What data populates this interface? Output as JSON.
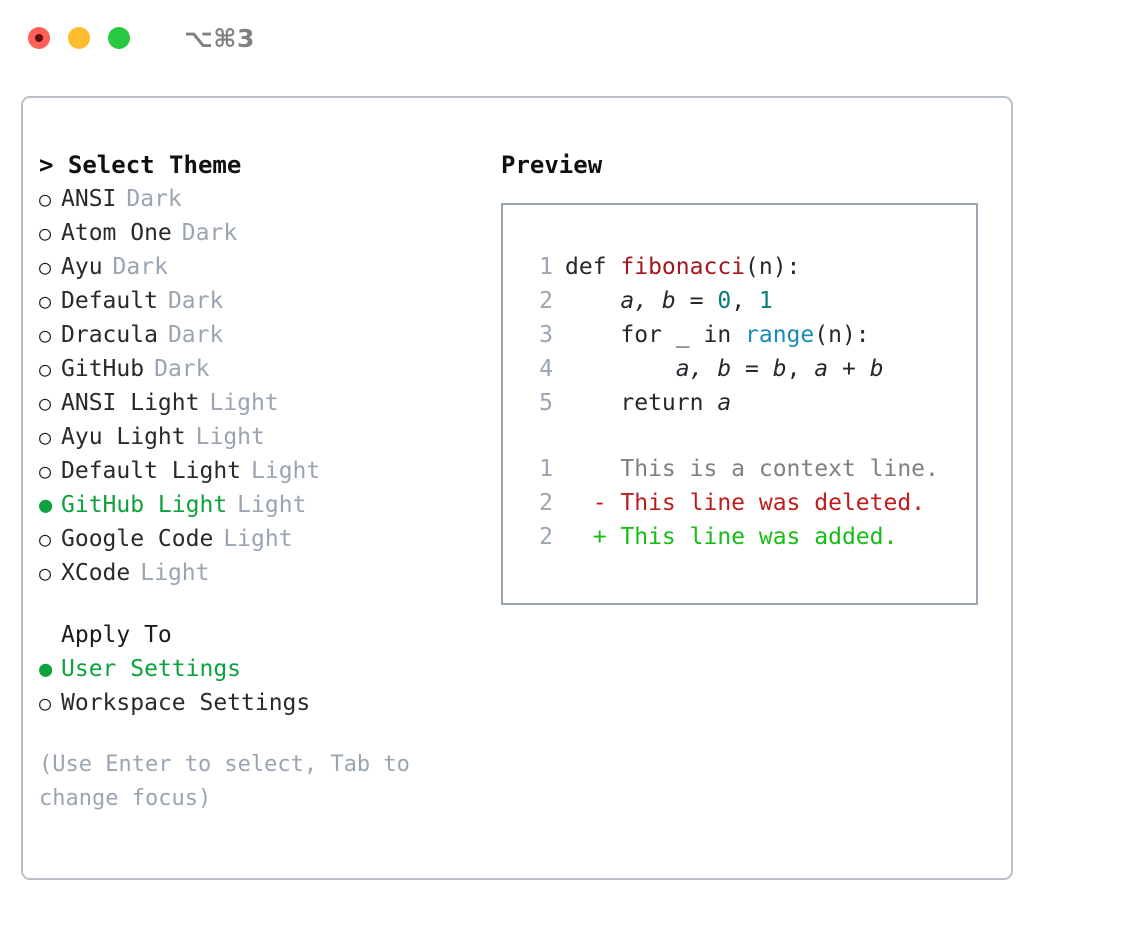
{
  "window": {
    "shortcut": "⌥⌘3",
    "traffic_lights": [
      {
        "name": "close",
        "color": "#ff5f57"
      },
      {
        "name": "minimize",
        "color": "#febc2e"
      },
      {
        "name": "zoom",
        "color": "#28c840"
      }
    ]
  },
  "theme_picker": {
    "header": "> Select Theme",
    "bullet_unselected": "○",
    "bullet_selected": "●",
    "items": [
      {
        "bullet": "○",
        "label": "ANSI",
        "suffix": "Dark",
        "selected": false
      },
      {
        "bullet": "○",
        "label": "Atom One",
        "suffix": "Dark",
        "selected": false
      },
      {
        "bullet": "○",
        "label": "Ayu",
        "suffix": "Dark",
        "selected": false
      },
      {
        "bullet": "○",
        "label": "Default",
        "suffix": "Dark",
        "selected": false
      },
      {
        "bullet": "○",
        "label": "Dracula",
        "suffix": "Dark",
        "selected": false
      },
      {
        "bullet": "○",
        "label": "GitHub",
        "suffix": "Dark",
        "selected": false
      },
      {
        "bullet": "○",
        "label": "ANSI Light",
        "suffix": "Light",
        "selected": false
      },
      {
        "bullet": "○",
        "label": "Ayu Light",
        "suffix": "Light",
        "selected": false
      },
      {
        "bullet": "○",
        "label": "Default Light",
        "suffix": "Light",
        "selected": false
      },
      {
        "bullet": "●",
        "label": "GitHub Light",
        "suffix": "Light",
        "selected": true
      },
      {
        "bullet": "○",
        "label": "Google Code",
        "suffix": "Light",
        "selected": false
      },
      {
        "bullet": "○",
        "label": "XCode",
        "suffix": "Light",
        "selected": false
      }
    ]
  },
  "apply_to": {
    "title": "Apply To",
    "items": [
      {
        "bullet": "●",
        "label": "User Settings",
        "selected": true
      },
      {
        "bullet": "○",
        "label": "Workspace Settings",
        "selected": false
      }
    ]
  },
  "hint": "(Use Enter to select, Tab to change focus)",
  "preview": {
    "title": "Preview",
    "code": [
      {
        "line_no": "1",
        "parts": [
          {
            "text": "def ",
            "kind": "kw"
          },
          {
            "text": "fibonacci",
            "kind": "fn"
          },
          {
            "text": "(n):",
            "kind": "plain"
          }
        ]
      },
      {
        "line_no": "2",
        "parts": [
          {
            "text": "    ",
            "kind": "plain"
          },
          {
            "text": "a, b",
            "kind": "var"
          },
          {
            "text": " = ",
            "kind": "plain"
          },
          {
            "text": "0",
            "kind": "num"
          },
          {
            "text": ", ",
            "kind": "plain"
          },
          {
            "text": "1",
            "kind": "num"
          }
        ]
      },
      {
        "line_no": "3",
        "parts": [
          {
            "text": "    for _ in ",
            "kind": "kw"
          },
          {
            "text": "range",
            "kind": "call"
          },
          {
            "text": "(n):",
            "kind": "plain"
          }
        ]
      },
      {
        "line_no": "4",
        "parts": [
          {
            "text": "        ",
            "kind": "plain"
          },
          {
            "text": "a, b",
            "kind": "var"
          },
          {
            "text": " = ",
            "kind": "plain"
          },
          {
            "text": "b",
            "kind": "var"
          },
          {
            "text": ", ",
            "kind": "plain"
          },
          {
            "text": "a",
            "kind": "var"
          },
          {
            "text": " + ",
            "kind": "plain"
          },
          {
            "text": "b",
            "kind": "var"
          }
        ]
      },
      {
        "line_no": "5",
        "parts": [
          {
            "text": "    return ",
            "kind": "kw"
          },
          {
            "text": "a",
            "kind": "var"
          }
        ]
      }
    ],
    "diff": [
      {
        "line_no": "1",
        "marker": " ",
        "text": " This is a context line.",
        "kind": "context"
      },
      {
        "line_no": "2",
        "marker": "-",
        "text": " This line was deleted.",
        "kind": "deleted"
      },
      {
        "line_no": "2",
        "marker": "+",
        "text": " This line was added.",
        "kind": "added"
      }
    ]
  },
  "colors": {
    "accent_green": "#0da23c",
    "muted": "#9aa5b1",
    "diff_added": "#16bd16",
    "diff_deleted": "#c01c1c",
    "keyword": "#24292e",
    "function": "#a3161c",
    "call": "#1a8ab5",
    "number": "#0a7c77",
    "border": "#b9c0c8"
  }
}
